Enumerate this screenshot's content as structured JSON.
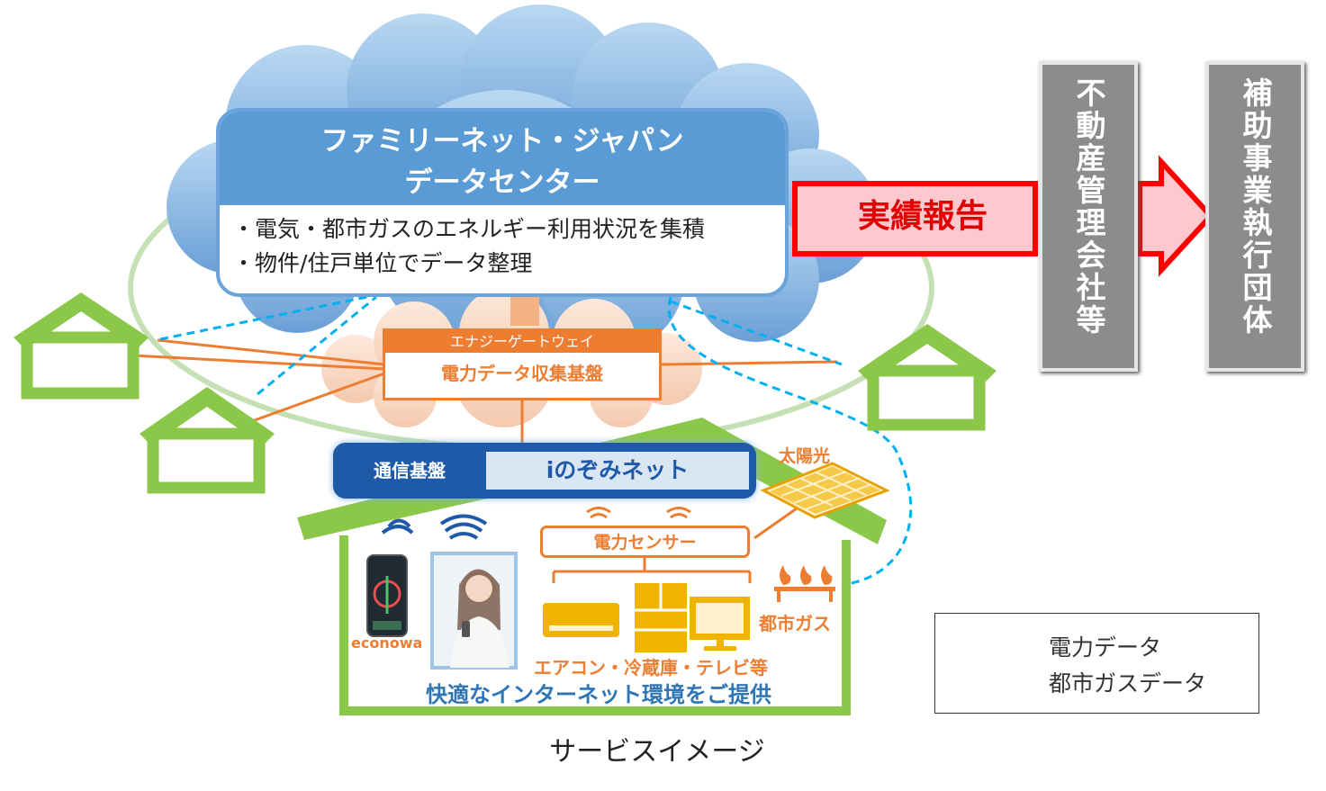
{
  "data_center": {
    "title_line1": "ファミリーネット・ジャパン",
    "title_line2": "データセンター",
    "bullet1": "・電気・都市ガスのエネルギー利用状況を集積",
    "bullet2": "・物件/住戸単位でデータ整理"
  },
  "gateway": {
    "header": "エナジーゲートウェイ",
    "label": "電力データ収集基盤"
  },
  "comm": {
    "label": "通信基盤",
    "network": "iのぞみネット"
  },
  "solar_label": "太陽光",
  "sensor_label": "電力センサー",
  "gas_label": "都市ガス",
  "app_label": "econowa",
  "appliances_label": "エアコン・冷蔵庫・テレビ等",
  "internet_text": "快適なインターネット環境をご提供",
  "report_label": "実績報告",
  "recipient1": "不動産管理会社等",
  "recipient2": "補助事業執行団体",
  "legend": {
    "power": "電力データ",
    "gas": "都市ガスデータ"
  },
  "caption": "サービスイメージ",
  "colors": {
    "power_line": "#ed7d31",
    "gas_line": "#00b0f0",
    "house_green": "#8bc84a",
    "report_red": "#ff0000",
    "dc_blue": "#5b9bd5"
  }
}
